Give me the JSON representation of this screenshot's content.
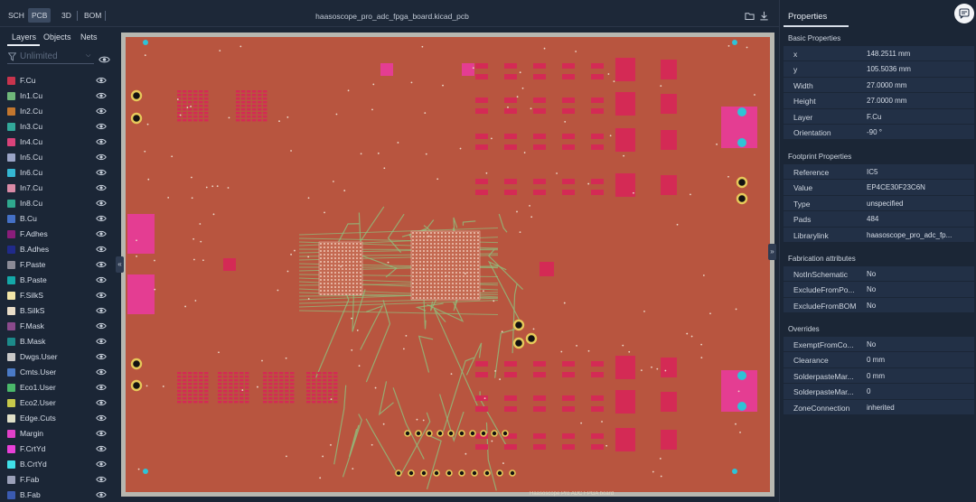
{
  "top": {
    "tabs": [
      "SCH",
      "PCB",
      "3D",
      "BOM"
    ],
    "active_tab": "PCB",
    "file_title": "haasoscope_pro_adc_fpga_board.kicad_pcb",
    "icons": [
      "folder-open-icon",
      "download-icon"
    ]
  },
  "left": {
    "tabs": [
      "Layers",
      "Objects",
      "Nets"
    ],
    "active_tab": "Layers",
    "filter_value": "Unlimited",
    "layers": [
      {
        "name": "F.Cu",
        "color": "#c8344d"
      },
      {
        "name": "In1.Cu",
        "color": "#6fb87a"
      },
      {
        "name": "In2.Cu",
        "color": "#c2762e"
      },
      {
        "name": "In3.Cu",
        "color": "#32a89a"
      },
      {
        "name": "In4.Cu",
        "color": "#d9437a"
      },
      {
        "name": "In5.Cu",
        "color": "#9aa4c6"
      },
      {
        "name": "In6.Cu",
        "color": "#34b6d2"
      },
      {
        "name": "In7.Cu",
        "color": "#d98aa6"
      },
      {
        "name": "In8.Cu",
        "color": "#2fa88e"
      },
      {
        "name": "B.Cu",
        "color": "#4470c6"
      },
      {
        "name": "F.Adhes",
        "color": "#8a1d7a"
      },
      {
        "name": "B.Adhes",
        "color": "#202a8a"
      },
      {
        "name": "F.Paste",
        "color": "#8a8a96"
      },
      {
        "name": "B.Paste",
        "color": "#14a8a8"
      },
      {
        "name": "F.SilkS",
        "color": "#f2e6a8"
      },
      {
        "name": "B.SilkS",
        "color": "#e8dcc8"
      },
      {
        "name": "F.Mask",
        "color": "#8a4a8c"
      },
      {
        "name": "B.Mask",
        "color": "#1c8a8a"
      },
      {
        "name": "Dwgs.User",
        "color": "#c8c8c8"
      },
      {
        "name": "Cmts.User",
        "color": "#4a7ac6"
      },
      {
        "name": "Eco1.User",
        "color": "#4ab86a"
      },
      {
        "name": "Eco2.User",
        "color": "#c6c84a"
      },
      {
        "name": "Edge.Cuts",
        "color": "#e0e0c8"
      },
      {
        "name": "Margin",
        "color": "#e040c8"
      },
      {
        "name": "F.CrtYd",
        "color": "#e840d8"
      },
      {
        "name": "B.CrtYd",
        "color": "#40e0e8"
      },
      {
        "name": "F.Fab",
        "color": "#9aa0b8"
      },
      {
        "name": "B.Fab",
        "color": "#3a5ab0"
      }
    ]
  },
  "right": {
    "tab": "Properties",
    "sections": [
      {
        "title": "Basic Properties",
        "rows": [
          {
            "key": "x",
            "value": "148.2511 mm"
          },
          {
            "key": "y",
            "value": "105.5036 mm"
          },
          {
            "key": "Width",
            "value": "27.0000 mm"
          },
          {
            "key": "Height",
            "value": "27.0000 mm"
          },
          {
            "key": "Layer",
            "value": "F.Cu"
          },
          {
            "key": "Orientation",
            "value": "-90 °"
          }
        ]
      },
      {
        "title": "Footprint Properties",
        "rows": [
          {
            "key": "Reference",
            "value": "IC5"
          },
          {
            "key": "Value",
            "value": "EP4CE30F23C6N"
          },
          {
            "key": "Type",
            "value": "unspecified"
          },
          {
            "key": "Pads",
            "value": "484"
          },
          {
            "key": "Librarylink",
            "value": "haasoscope_pro_adc_fp..."
          }
        ]
      },
      {
        "title": "Fabrication attributes",
        "rows": [
          {
            "key": "NotInSchematic",
            "value": "No"
          },
          {
            "key": "ExcludeFromPo...",
            "value": "No"
          },
          {
            "key": "ExcludeFromBOM",
            "value": "No"
          }
        ]
      },
      {
        "title": "Overrides",
        "rows": [
          {
            "key": "ExemptFromCo...",
            "value": "No"
          },
          {
            "key": "Clearance",
            "value": "0 mm"
          },
          {
            "key": "SolderpasteMar...",
            "value": "0 mm"
          },
          {
            "key": "SolderpasteMar...",
            "value": "0"
          },
          {
            "key": "ZoneConnection",
            "value": "inherited"
          }
        ]
      }
    ]
  },
  "colors": {
    "board": "#b8553f",
    "copper_pad": "#d42a55",
    "trace_inner": "#8fc07e",
    "pink_connector": "#e43d92",
    "mounting_hole": "#2ec3d6",
    "via": "#e6c95a"
  },
  "board_silk": {
    "bottom_text": "Haasoscope Pro ADC FPGA board"
  }
}
